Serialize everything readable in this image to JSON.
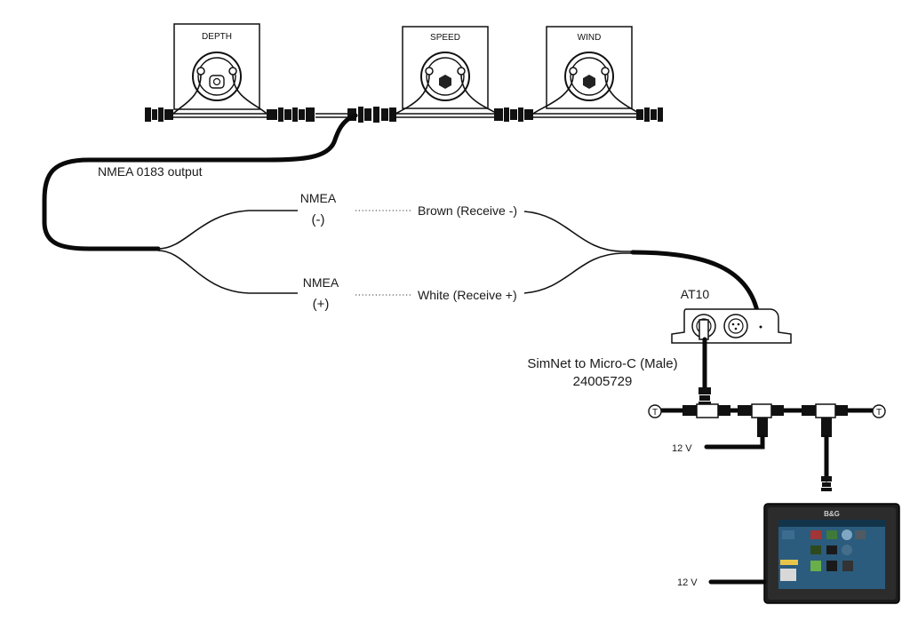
{
  "gauges": [
    {
      "id": "depth",
      "label": "DEPTH"
    },
    {
      "id": "speed",
      "label": "SPEED"
    },
    {
      "id": "wind",
      "label": "WIND"
    }
  ],
  "labels": {
    "nmea_output": "NMEA 0183 output",
    "nmea_minus_line1": "NMEA",
    "nmea_minus_line2": "(-)",
    "nmea_plus_line1": "NMEA",
    "nmea_plus_line2": "(+)",
    "brown": "Brown (Receive -)",
    "white": "White (Receive +)",
    "at10": "AT10",
    "simnet_line1": "SimNet to Micro-C (Male)",
    "simnet_line2": "24005729",
    "power_top": "12 V",
    "power_bottom": "12 V",
    "terminator_left": "T",
    "terminator_right": "T",
    "display_brand": "B&G"
  },
  "icons": [
    "gauge-icon",
    "connector-icon",
    "terminator-icon",
    "chartplotter-icon",
    "at10-converter-icon"
  ]
}
